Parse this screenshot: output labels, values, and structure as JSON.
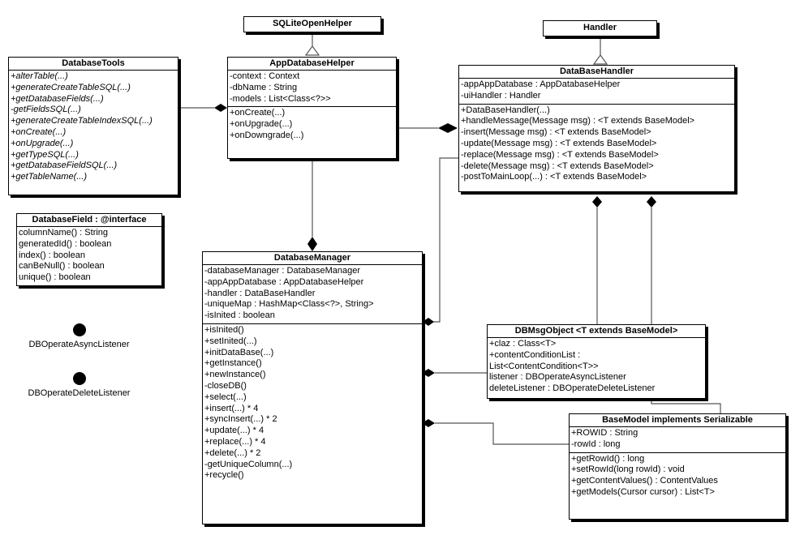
{
  "superclasses": {
    "sqlite_open_helper": "SQLiteOpenHelper",
    "handler": "Handler"
  },
  "database_tools": {
    "name": "DatabaseTools",
    "methods": [
      "+alterTable(...)",
      "+generateCreateTableSQL(...)",
      "+getDatabaseFields(...)",
      "-getFieldsSQL(...)",
      "+generateCreateTableIndexSQL(...)",
      "+onCreate(...)",
      "+onUpgrade(...)",
      "+getTypeSQL(...)",
      "+getDatabaseFieldSQL(...)",
      "+getTableName(...)"
    ]
  },
  "app_database_helper": {
    "name": "AppDatabaseHelper",
    "attributes": [
      "-context : Context",
      "-dbName : String",
      "-models : List<Class<?>>"
    ],
    "methods": [
      "+onCreate(...)",
      "+onUpgrade(...)",
      "+onDowngrade(...)"
    ]
  },
  "database_handler": {
    "name": "DataBaseHandler",
    "attributes": [
      "-appAppDatabase : AppDatabaseHelper",
      "-uiHandler : Handler"
    ],
    "methods": [
      "+DataBaseHandler(...)",
      "+handleMessage(Message msg) : <T extends BaseModel>",
      "-insert(Message msg) : <T extends BaseModel>",
      "-update(Message msg) : <T extends BaseModel>",
      "-replace(Message msg) : <T extends BaseModel>",
      "-delete(Message msg) : <T extends BaseModel>",
      "-postToMainLoop(...) : <T extends BaseModel>"
    ]
  },
  "database_field": {
    "name": "DatabaseField : @interface",
    "methods": [
      "columnName() : String",
      "generatedId() : boolean",
      "index() : boolean",
      "canBeNull() : boolean",
      "unique() : boolean"
    ]
  },
  "interfaces": {
    "async_listener": "DBOperateAsyncListener",
    "delete_listener": "DBOperateDeleteListener"
  },
  "database_manager": {
    "name": "DatabaseManager",
    "attributes": [
      "-databaseManager : DatabaseManager",
      "-appAppDatabase : AppDatabaseHelper",
      "-handler : DataBaseHandler",
      "-uniqueMap : HashMap<Class<?>, String>",
      "-isInited : boolean"
    ],
    "methods": [
      "+isInited()",
      "+setInited(...)",
      "+initDataBase(...)",
      "+getInstance()",
      "+newInstance()",
      "-closeDB()",
      "+select(...)",
      "+insert(...) * 4",
      "+syncInsert(...) * 2",
      "+update(...) * 4",
      "+replace(...) * 4",
      "+delete(...) * 2",
      "-getUniqueColumn(...)",
      "+recycle()"
    ]
  },
  "db_msg_object": {
    "name": "DBMsgObject  <T extends BaseModel>",
    "attributes": [
      "+claz : Class<T>",
      "+contentConditionList :",
      "List<ContentCondition<T>>",
      "listener : DBOperateAsyncListener",
      "deleteListener : DBOperateDeleteListener"
    ]
  },
  "base_model": {
    "name": "BaseModel implements Serializable",
    "attributes": [
      "+ROWID : String",
      "-rowId : long"
    ],
    "methods": [
      "+getRowId() : long",
      "+setRowId(long rowId) : void",
      "+getContentValues() : ContentValues",
      "+getModels(Cursor cursor) : List<T>"
    ]
  }
}
